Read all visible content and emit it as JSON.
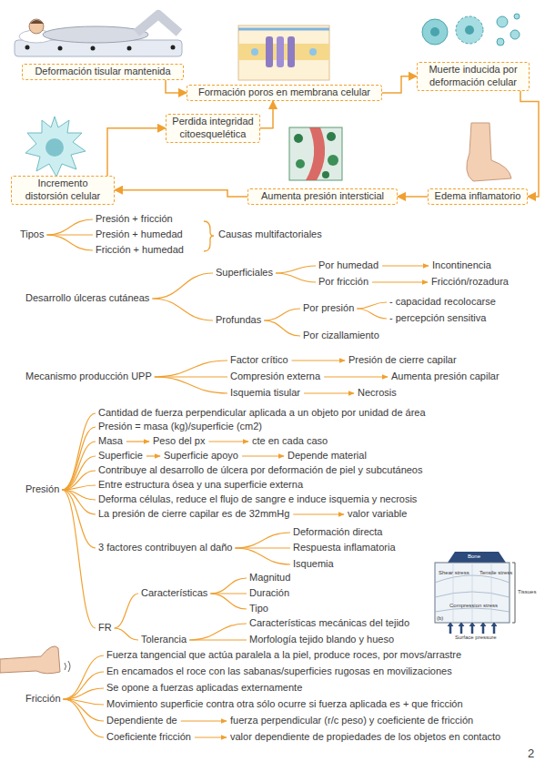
{
  "diagram": {
    "nodes": [
      {
        "text": [
          "Deformación tisular mantenida"
        ]
      },
      {
        "text": [
          "Formación poros en membrana celular"
        ]
      },
      {
        "text": [
          "Muerte inducida por deformación celular"
        ]
      },
      {
        "text": [
          "Edema inflamatorio"
        ]
      },
      {
        "text": [
          "Aumenta presión intersticial"
        ]
      },
      {
        "text": [
          "Incremento distorsión celular"
        ]
      },
      {
        "text": [
          "Perdida integridad citoesquelética"
        ]
      }
    ],
    "edges": [
      {
        "from": 0,
        "to": 1,
        "arrow": "to"
      },
      {
        "from": 1,
        "to": 2,
        "arrow": "to"
      },
      {
        "from": 2,
        "to": 3,
        "arrow": "to"
      },
      {
        "from": 3,
        "to": 4,
        "arrow": "to"
      },
      {
        "from": 4,
        "to": 5,
        "arrow": "to"
      },
      {
        "from": 5,
        "to": 6,
        "arrow": "to"
      },
      {
        "from": 6,
        "to": 1,
        "arrow": "to"
      }
    ],
    "labels": [
      "Tipos",
      "Presión + fricción",
      "Presión + humedad",
      "Fricción + humedad",
      "Causas multifactoriales",
      "Desarrollo úlceras cutáneas",
      "Superficiales",
      "Por humedad",
      "Incontinencia",
      "Por fricción",
      "Fricción/rozadura",
      "Profundas",
      "Por presión",
      "- capacidad recolocarse",
      "- percepción sensitiva",
      "Por cizallamiento",
      "Mecanismo producción UPP",
      "Factor crítico",
      "Presión de cierre capilar",
      "Compresión externa",
      "Aumenta presión capilar",
      "Isquemia tisular",
      "Necrosis",
      "Presión",
      "Cantidad de fuerza perpendicular aplicada a un objeto por unidad de área",
      "Presión = masa (kg)/superficie (cm2)",
      "Masa",
      "Peso del px",
      "cte en cada caso",
      "Superficie",
      "Superficie apoyo",
      "Depende material",
      "Contribuye al desarrollo de úlcera por deformación de piel y subcutáneos",
      "Entre estructura ósea y una superficie externa",
      "Deforma células, reduce el flujo de sangre e induce isquemia y necrosis",
      "La presión de cierre capilar es de 32mmHg",
      "valor variable",
      "3 factores contribuyen al daño",
      "Deformación directa",
      "Respuesta inflamatoria",
      "Isquemia",
      "FR",
      "Características",
      "Magnitud",
      "Duración",
      "Tipo",
      "Tolerancia",
      "Características mecánicas del tejido",
      "Morfología tejido blando y hueso",
      "Bone",
      "Shear stress",
      "Tensile stress",
      "Compression stress",
      "Tissues",
      "(b)",
      "Surface pressure",
      "Fricción",
      "Fuerza tangencial que actúa paralela a la piel, produce roces, por movs/arrastre",
      "En encamados el roce con las sabanas/superficies rugosas en movilizaciones",
      "Se opone a fuerzas aplicadas externamente",
      "Movimiento superficie contra otra sólo ocurre si fuerza aplicada es + que fricción",
      "Dependiente de",
      "fuerza perpendicular (r/c peso) y coeficiente de fricción",
      "Coeficiente fricción",
      "valor dependiente de propiedades de los objetos en contacto",
      "2"
    ]
  }
}
